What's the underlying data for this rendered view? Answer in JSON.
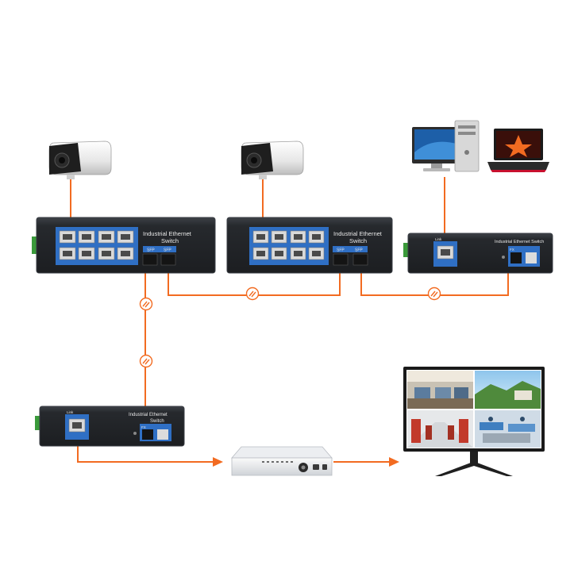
{
  "colors": {
    "cable": "#f26b21",
    "device_body": "#2a2d31",
    "device_edge": "#3a3e44",
    "port_panel": "#2f6fc4",
    "label_text": "#e8e8e8"
  },
  "switch_left": {
    "title_line1": "Industrial Ethernet",
    "title_line2": "Switch",
    "sfp1": "SFP",
    "sfp2": "SFP"
  },
  "switch_middle": {
    "title_line1": "Industrial Ethernet",
    "title_line2": "Switch",
    "sfp1": "SFP",
    "sfp2": "SFP"
  },
  "media_converter_top": {
    "title": "Industrial Ethernet Switch",
    "port_label": "Link",
    "fx_label": "FX"
  },
  "media_converter_bottom": {
    "title_line1": "Industrial Ethernet",
    "title_line2": "Switch",
    "port_label": "Link",
    "fx_label": "FX"
  },
  "icons": {
    "camera_1": "bullet-camera-icon",
    "camera_2": "bullet-camera-icon",
    "desktop": "desktop-computer-icon",
    "laptop": "laptop-icon",
    "nvr": "network-video-recorder-icon",
    "monitor": "surveillance-monitor-icon",
    "fiber": "fiber-link-icon"
  }
}
